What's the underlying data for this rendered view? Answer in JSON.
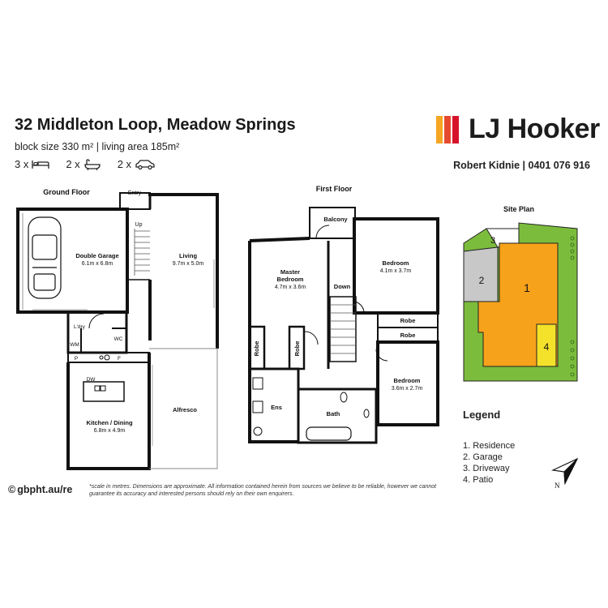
{
  "header": {
    "address": "32 Middleton Loop, Meadow Springs",
    "block_size": "block size 330 m² | living area 185m²",
    "features": [
      {
        "count": "3 x",
        "icon": "bed-icon"
      },
      {
        "count": "2 x",
        "icon": "bath-icon"
      },
      {
        "count": "2 x",
        "icon": "car-icon"
      }
    ]
  },
  "brand": {
    "name": "LJ Hooker",
    "agent": "Robert Kidnie | 0401 076 916",
    "colors": [
      "#f5a623",
      "#e64a2e",
      "#d6132a"
    ]
  },
  "ground_floor": {
    "title": "Ground Floor",
    "rooms": {
      "garage": {
        "name": "Double Garage",
        "size": "6.1m x 6.8m"
      },
      "living": {
        "name": "Living",
        "size": "9.7m x 5.0m"
      },
      "entry": "Entry",
      "up": "Up",
      "laundry": "L'dry",
      "wm": "WM",
      "wc": "WC",
      "p": "P",
      "f": "F",
      "dw": "DW",
      "kitchen": {
        "name": "Kitchen / Dining",
        "size": "6.8m x 4.9m"
      },
      "alfresco": "Alfresco"
    }
  },
  "first_floor": {
    "title": "First Floor",
    "rooms": {
      "balcony": "Balcony",
      "master": {
        "name": "Master",
        "name2": "Bedroom",
        "size": "4.7m x 3.6m"
      },
      "bedroom2": {
        "name": "Bedroom",
        "size": "4.1m x 3.7m"
      },
      "down": "Down",
      "robe1": "Robe",
      "robe2": "Robe",
      "robe3": "Robe",
      "robe4": "Robe",
      "bedroom3": {
        "name": "Bedroom",
        "size": "3.6m x 2.7m"
      },
      "ens": "Ens",
      "bath": "Bath"
    }
  },
  "site_plan": {
    "title": "Site Plan",
    "labels": [
      "1",
      "2",
      "3",
      "4"
    ],
    "colors": {
      "residence": "#f7a21b",
      "garage": "#c8c8c8",
      "patio": "#f4e22a",
      "lawn": "#7cbc3c"
    }
  },
  "legend": {
    "title": "Legend",
    "items": [
      "1. Residence",
      "2. Garage",
      "3. Driveway",
      "4. Patio"
    ]
  },
  "footer": {
    "copyright": "gbpht.au/re",
    "disclaimer": "*scale in metres. Dimensions are approximate. All information contained herein from sources we believe to be reliable, however we cannot guarantee its accuracy and interested persons should rely on their own enquirers."
  }
}
